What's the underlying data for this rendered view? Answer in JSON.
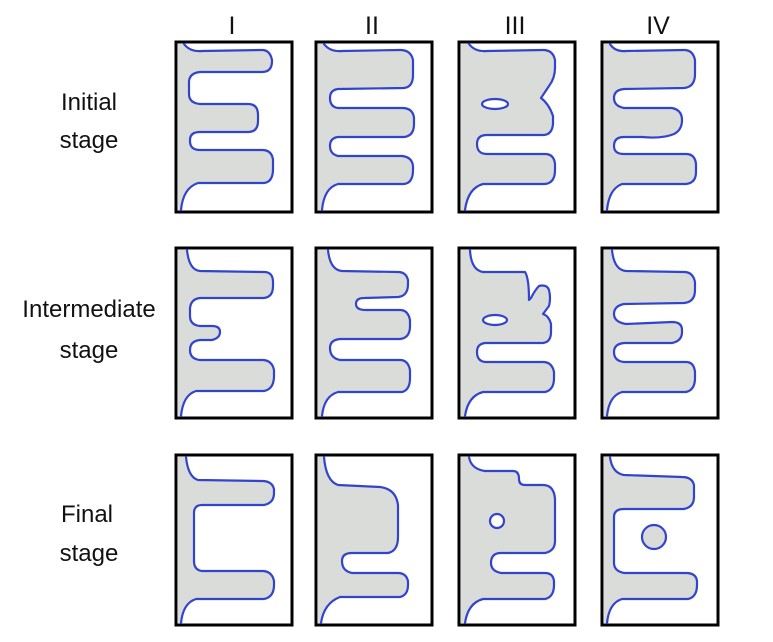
{
  "figure": {
    "columns": [
      "I",
      "II",
      "III",
      "IV"
    ],
    "rows": [
      {
        "line1": "Initial",
        "line2": "stage"
      },
      {
        "line1": "Intermediate",
        "line2": "stage"
      },
      {
        "line1": "Final",
        "line2": "stage"
      }
    ],
    "colors": {
      "material_fill": "#d9dcd9",
      "boundary": "#3344cc",
      "frame": "#000000",
      "background": "#ffffff"
    }
  }
}
